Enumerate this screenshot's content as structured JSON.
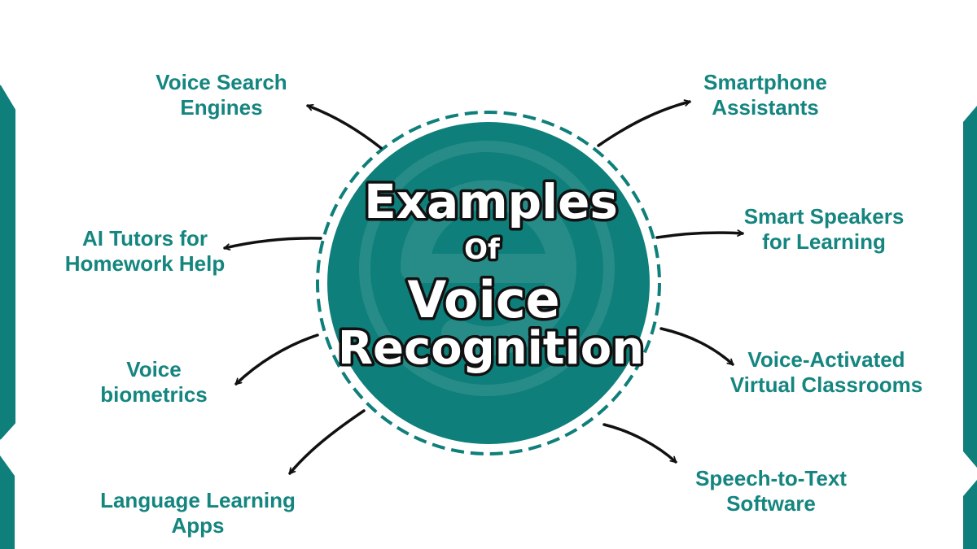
{
  "center": {
    "line1": "Examples",
    "line2": "Of",
    "line3": "Voice",
    "line4": "Recognition"
  },
  "items": [
    {
      "key": "voice-search-engines",
      "lines": [
        "Voice Search",
        "Engines"
      ]
    },
    {
      "key": "ai-tutors",
      "lines": [
        "AI Tutors for",
        "Homework Help"
      ]
    },
    {
      "key": "voice-biometrics",
      "lines": [
        "Voice",
        "biometrics"
      ]
    },
    {
      "key": "language-learning-apps",
      "lines": [
        "Language Learning",
        "Apps"
      ]
    },
    {
      "key": "smartphone-assistants",
      "lines": [
        "Smartphone",
        "Assistants"
      ]
    },
    {
      "key": "smart-speakers",
      "lines": [
        "Smart Speakers",
        "for Learning"
      ]
    },
    {
      "key": "virtual-classrooms",
      "lines": [
        "Voice-Activated",
        "Virtual Classrooms"
      ]
    },
    {
      "key": "speech-to-text",
      "lines": [
        "Speech-to-Text",
        "Software"
      ]
    }
  ],
  "colors": {
    "teal": "#0e7f7a",
    "label": "#14857f",
    "arrow": "#111111"
  },
  "icons": {
    "watermark": "e-logo-watermark",
    "arrow": "curved-arrow-icon"
  }
}
